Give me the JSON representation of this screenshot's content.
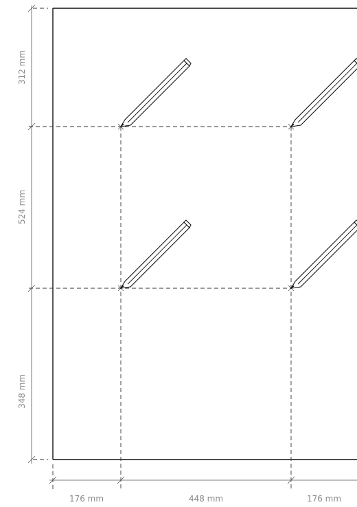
{
  "dimensions": {
    "vertical": [
      {
        "label": "312 mm"
      },
      {
        "label": "524 mm"
      },
      {
        "label": "348 mm"
      }
    ],
    "horizontal": [
      {
        "label": "176 mm"
      },
      {
        "label": "448 mm"
      },
      {
        "label": "176 mm"
      }
    ]
  },
  "icons": {
    "mark": "pencil-icon"
  }
}
